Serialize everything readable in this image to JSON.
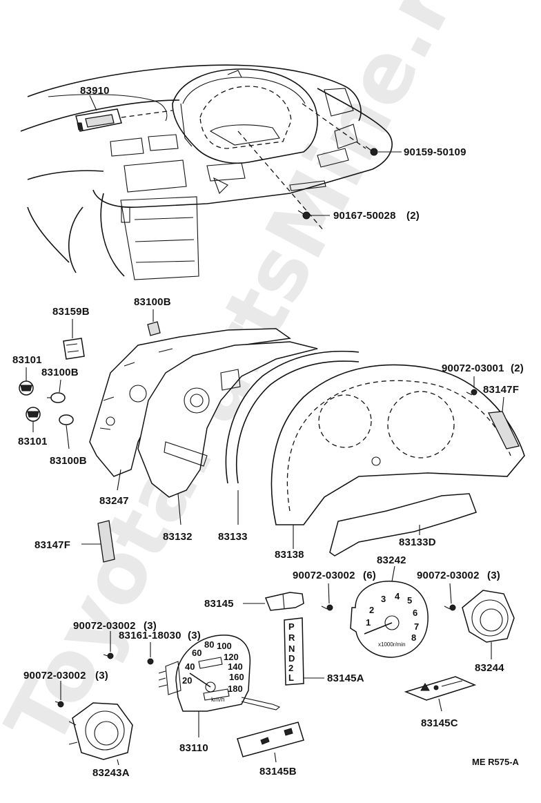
{
  "watermark": "ToyotaPartsMine.ru",
  "diagram_code": "ME R575-A",
  "parts": {
    "p83910": "83910",
    "p90159": "90159-50109",
    "p90167": "90167-50028",
    "p90167_qty": "(2)",
    "p83100B_top": "83100B",
    "p83159B": "83159B",
    "p83101_a": "83101",
    "p83100B_a": "83100B",
    "p83101_b": "83101",
    "p83100B_b": "83100B",
    "p90072_03001": "90072-03001",
    "p90072_03001_qty": "(2)",
    "p83147F_right": "83147F",
    "p83247": "83247",
    "p83147F_left": "83147F",
    "p83132": "83132",
    "p83133": "83133",
    "p83138": "83138",
    "p83133D": "83133D",
    "p83242": "83242",
    "p90072_03002_6": "90072-03002",
    "p90072_03002_6_qty": "(6)",
    "p90072_03002_r": "90072-03002",
    "p90072_03002_r_qty": "(3)",
    "p83145": "83145",
    "p90072_03002_l1": "90072-03002",
    "p90072_03002_l1_qty": "(3)",
    "p83161": "83161-18030",
    "p83161_qty": "(3)",
    "p90072_03002_l2": "90072-03002",
    "p90072_03002_l2_qty": "(3)",
    "p83145A": "83145A",
    "p83244": "83244",
    "p83145C": "83145C",
    "p83110": "83110",
    "p83243A": "83243A",
    "p83145B": "83145B"
  },
  "gauge_text": {
    "speedo_ticks": [
      "20",
      "40",
      "60",
      "80",
      "100",
      "120",
      "140",
      "160",
      "180"
    ],
    "speedo_unit": "km/h",
    "tacho_ticks": [
      "1",
      "2",
      "3",
      "4",
      "5",
      "6",
      "7",
      "8"
    ],
    "tacho_unit": "x1000r/min",
    "shift_letters": [
      "P",
      "R",
      "N",
      "D",
      "2",
      "L"
    ]
  }
}
